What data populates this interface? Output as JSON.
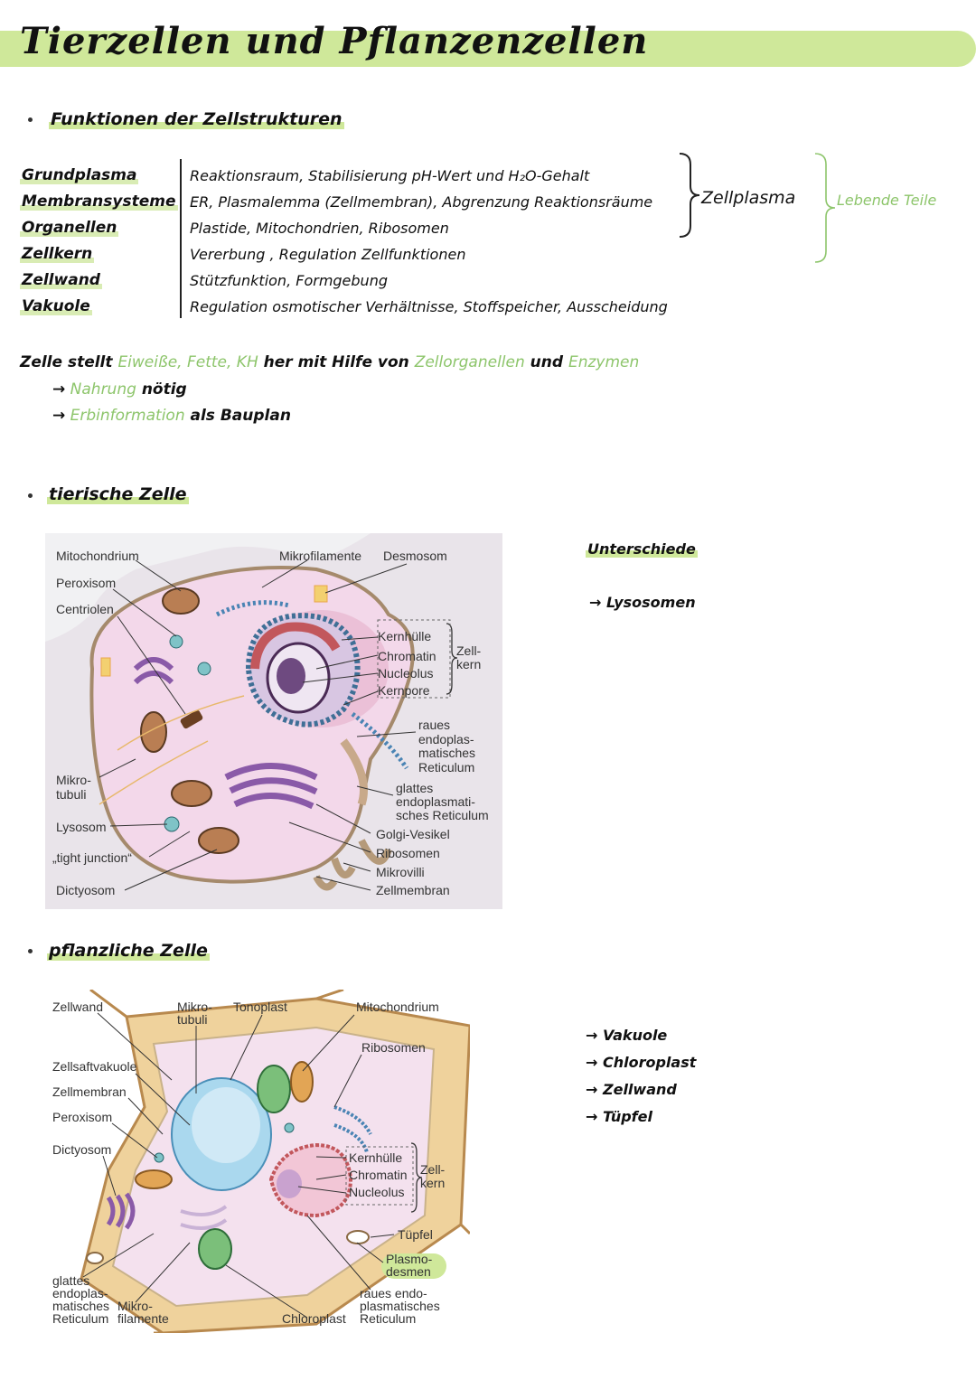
{
  "title": "Tierzellen und Pflanzenzellen",
  "section1": {
    "heading": "Funktionen der Zellstrukturen",
    "rows": [
      {
        "term": "Grundplasma",
        "desc": "Reaktionsraum, Stabilisierung pH-Wert und H₂O-Gehalt"
      },
      {
        "term": "Membransysteme",
        "desc": "ER, Plasmalemma (Zellmembran), Abgrenzung Reaktionsräume"
      },
      {
        "term": "Organellen",
        "desc": "Plastide, Mitochondrien, Ribosomen"
      },
      {
        "term": "Zellkern",
        "desc": "Vererbung , Regulation Zellfunktionen"
      },
      {
        "term": "Zellwand",
        "desc": "Stützfunktion, Formgebung"
      },
      {
        "term": "Vakuole",
        "desc": "Regulation osmotischer Verhältnisse, Stoffspeicher, Ausscheidung"
      }
    ],
    "brace1_label": "Zellplasma",
    "brace2_label": "Lebende Teile",
    "sentence": {
      "p1": "Zelle stellt ",
      "g1": "Eiweiße, Fette, KH",
      "p2": " her mit Hilfe von ",
      "g2": "Zellorganellen",
      "p3": " und ",
      "g3": "Enzymen"
    },
    "arrow_lines": [
      {
        "green": "Nahrung",
        "rest": " nötig"
      },
      {
        "green": "Erbinformation",
        "rest": " als Bauplan"
      }
    ]
  },
  "animal": {
    "heading": "tierische Zelle",
    "labels": {
      "mitochondrium": "Mitochondrium",
      "mikrofilamente": "Mikrofilamente",
      "desmosom": "Desmosom",
      "peroxisom": "Peroxisom",
      "centriolen": "Centriolen",
      "kernhuelle": "Kernhülle",
      "chromatin": "Chromatin",
      "nucleolus": "Nucleolus",
      "kernpore": "Kernpore",
      "zellkern1": "Zell-",
      "zellkern2": "kern",
      "raues1": "raues",
      "raues2": "endoplas-",
      "raues3": "matisches",
      "raues4": "Reticulum",
      "mikrotubuli1": "Mikro-",
      "mikrotubuli2": "tubuli",
      "glattes1": "glattes",
      "glattes2": "endoplasmati-",
      "glattes3": "sches Reticulum",
      "lysosom": "Lysosom",
      "golgi": "Golgi-Vesikel",
      "ribosomen": "Ribosomen",
      "tight": "„tight junction“",
      "mikrovilli": "Mikrovilli",
      "dictyosom": "Dictyosom",
      "zellmembran": "Zellmembran"
    },
    "side_heading": "Unterschiede",
    "side_items": [
      "Lysosomen"
    ]
  },
  "plant": {
    "heading": "pflanzliche Zelle",
    "labels": {
      "zellwand": "Zellwand",
      "mikrotubuli1": "Mikro-",
      "mikrotubuli2": "tubuli",
      "tonoplast": "Tonoplast",
      "mitochondrium": "Mitochondrium",
      "ribosomen": "Ribosomen",
      "zellsaft": "Zellsaftvakuole",
      "zellmembran": "Zellmembran",
      "peroxisom": "Peroxisom",
      "dictyosom": "Dictyosom",
      "kernhuelle": "Kernhülle",
      "chromatin": "Chromatin",
      "nucleolus": "Nucleolus",
      "zellkern1": "Zell-",
      "zellkern2": "kern",
      "tuepfel": "Tüpfel",
      "plasmo1": "Plasmo-",
      "plasmo2": "desmen",
      "glattes1": "glattes",
      "glattes2": "endoplas-",
      "glattes3": "matisches",
      "glattes4": "Reticulum",
      "mikrofil1": "Mikro-",
      "mikrofil2": "filamente",
      "chloroplast": "Chloroplast",
      "raues1": "raues endo-",
      "raues2": "plasmatisches",
      "raues3": "Reticulum"
    },
    "side_items": [
      "Vakuole",
      "Chloroplast",
      "Zellwand",
      "Tüpfel"
    ]
  }
}
